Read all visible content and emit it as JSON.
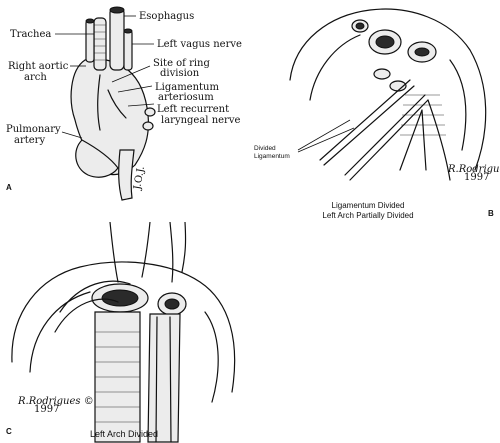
{
  "panel_a": {
    "letter": "A",
    "labels": {
      "trachea": "Trachea",
      "esophagus": "Esophagus",
      "left_vagus_nerve": "Left vagus nerve",
      "right_aortic_arch_line1": "Right aortic",
      "right_aortic_arch_line2": "arch",
      "site_of_ring_line1": "Site of ring",
      "site_of_ring_line2": "division",
      "ligamentum_line1": "Ligamentum",
      "ligamentum_line2": "arteriosum",
      "recurrent_line1": "Left recurrent",
      "recurrent_line2": "laryngeal nerve",
      "pulmonary_line1": "Pulmonary",
      "pulmonary_line2": "artery"
    },
    "signature": "J.O.J."
  },
  "panel_b": {
    "letter": "B",
    "labels": {
      "divided_line1": "Divided",
      "divided_line2": "Ligamentum"
    },
    "caption_line1": "Ligamentum Divided",
    "caption_line2": "Left Arch Partially Divided",
    "signature": "R.Rodrigues ©",
    "signature_year": "1997"
  },
  "panel_c": {
    "letter": "C",
    "caption": "Left Arch Divided",
    "signature": "R.Rodrigues ©",
    "signature_year": "1997"
  }
}
